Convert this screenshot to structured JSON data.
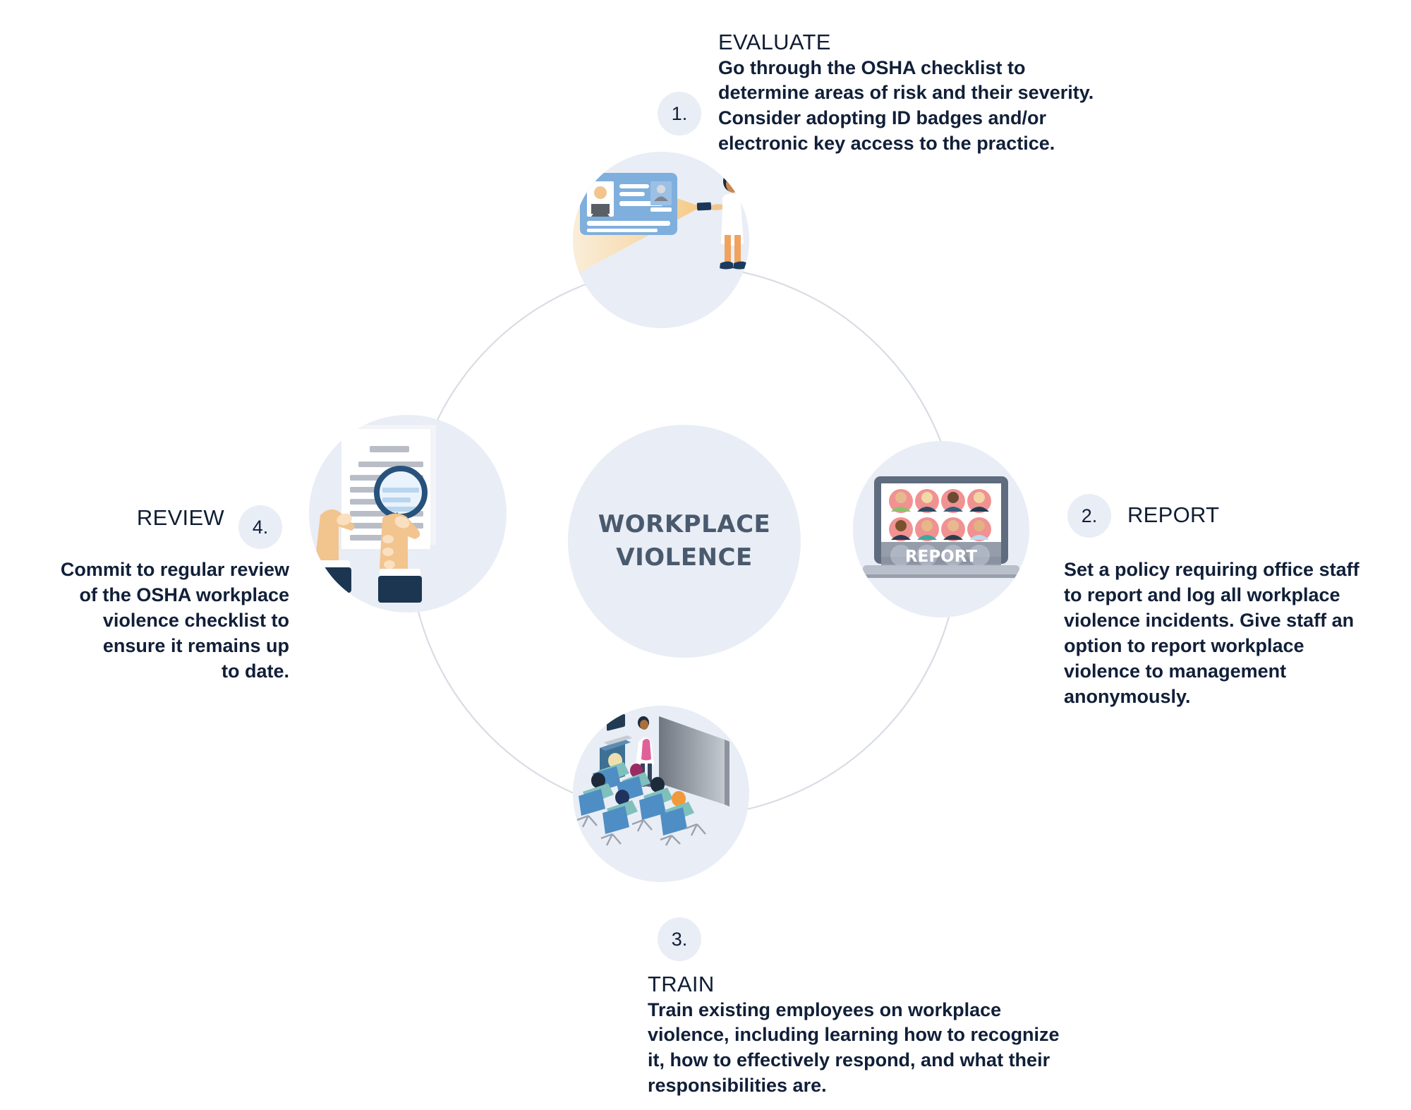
{
  "center": {
    "line1": "WORKPLACE",
    "line2": "VIOLENCE",
    "color": "#4a5a6e"
  },
  "theme": {
    "circle_fill": "#e9edf5",
    "ring_stroke": "#d6dae2",
    "text_dark": "#111f38",
    "heading": "#0f1d33",
    "accent_blue": "#7ba7d7",
    "accent_yellow": "#f8d7a0",
    "accent_pink": "#f09292"
  },
  "steps": [
    {
      "number": "1.",
      "title": "EVALUATE",
      "body": "Go through the OSHA checklist to determine areas of risk and their severity. Consider adopting ID badges and/or electronic key access to the practice.",
      "body_lines": [
        "Go through the OSHA checklist to",
        "determine areas of risk and their severity.",
        "Consider adopting ID badges and/or",
        "electronic key access to the practice."
      ],
      "icon": "id-badge-flashlight-icon",
      "position": "top"
    },
    {
      "number": "2.",
      "title": "REPORT",
      "body": "Set a policy requiring office staff to report and log all workplace violence incidents. Give staff an option to report workplace violence to management anonymously.",
      "body_lines": [
        "Set a policy requiring office staff",
        "to report and log all workplace",
        "violence incidents. Give staff an",
        "option to report workplace",
        "violence to management",
        "anonymously."
      ],
      "icon": "laptop-report-icon",
      "screen_label": "REPORT",
      "position": "right"
    },
    {
      "number": "3.",
      "title": "TRAIN",
      "body": "Train existing employees on workplace violence, including learning how to recognize it, how to effectively respond, and what their responsibilities are.",
      "body_lines": [
        "Train existing employees on workplace",
        "violence, including learning how to recognize",
        "it, how to effectively respond, and what their",
        "responsibilities are."
      ],
      "icon": "classroom-training-icon",
      "position": "bottom"
    },
    {
      "number": "4.",
      "title": "REVIEW",
      "body": "Commit to regular review of the OSHA workplace violence checklist to ensure it remains up to date.",
      "body_lines": [
        "Commit to regular review",
        "of the OSHA workplace",
        "violence checklist to",
        "ensure it remains up",
        "to date."
      ],
      "icon": "document-magnifier-icon",
      "position": "left"
    }
  ]
}
